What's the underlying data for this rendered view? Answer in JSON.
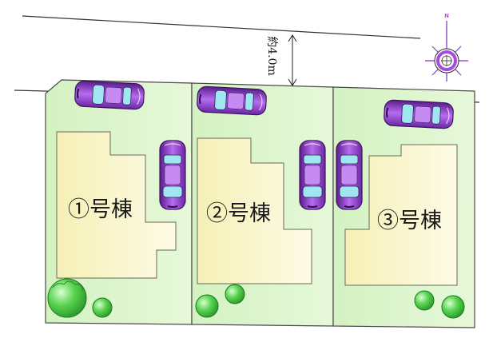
{
  "road_width_label": "約4.0m",
  "north_label": "N",
  "lots": [
    {
      "id": "lot-1",
      "label": "①号棟"
    },
    {
      "id": "lot-2",
      "label": "②号棟"
    },
    {
      "id": "lot-3",
      "label": "③号棟"
    }
  ],
  "colors": {
    "lot_fill": "#d9f5c9",
    "lot_stroke": "#4a4a4a",
    "building_fill": "#fbf7c8",
    "car_body": "#a64be0",
    "car_window": "#9fe7f0",
    "tree_fill": "#3fc43f",
    "compass_ring": "#a64be0"
  }
}
